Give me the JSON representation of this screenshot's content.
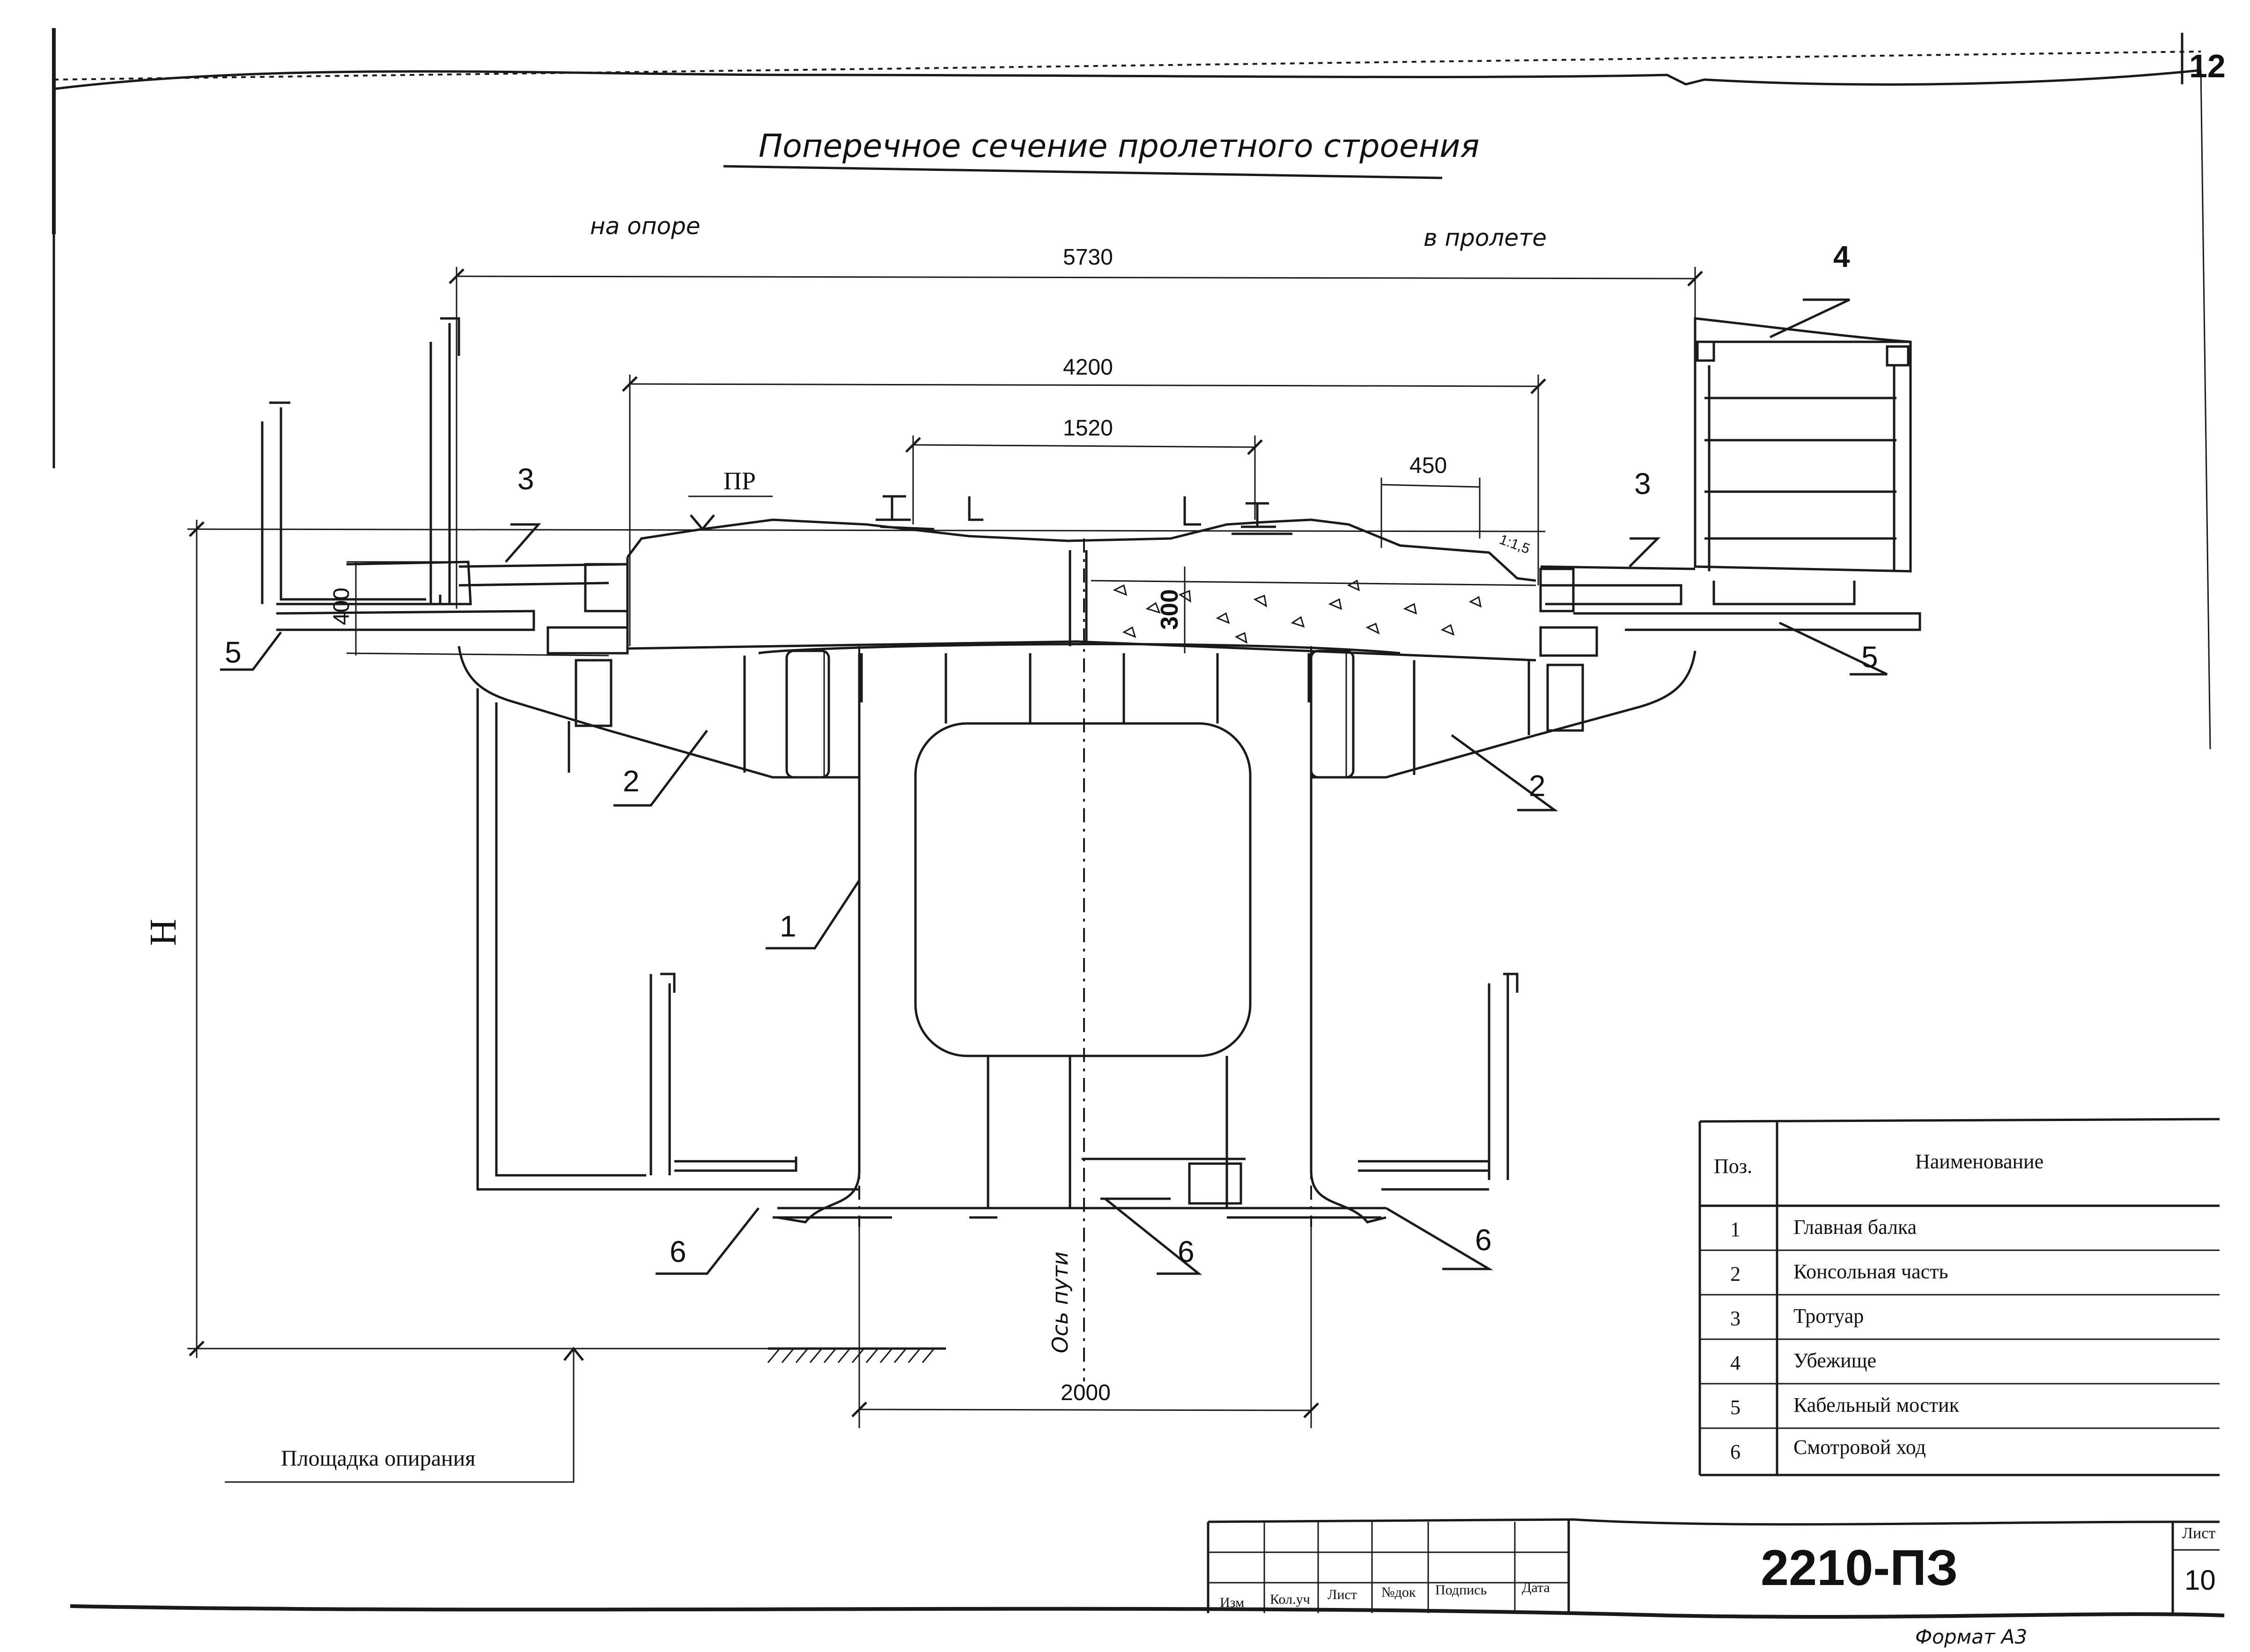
{
  "sheet": {
    "corner_number": "12",
    "title": "Поперечное сечение пролетного строения",
    "label_at_support": "на опоре",
    "label_in_span": "в пролете",
    "doc_code": "2210-ПЗ",
    "sheet_label": "Лист",
    "sheet_number": "10",
    "format": "Формат А3"
  },
  "dimensions": {
    "d5730": "5730",
    "d4200": "4200",
    "d1520": "1520",
    "d450": "450",
    "d400": "400",
    "d300": "300",
    "d2000": "2000",
    "slope": "1:1,5",
    "height": "H",
    "rail_level": "ПР",
    "track_axis": "Ось пути",
    "bearing_area": "Площадка опирания"
  },
  "callouts": [
    "1",
    "2",
    "2",
    "3",
    "3",
    "4",
    "5",
    "5",
    "6",
    "6",
    "6"
  ],
  "parts_table": {
    "header_pos": "Поз.",
    "header_name": "Наименование",
    "rows": [
      {
        "pos": "1",
        "name": "Главная балка"
      },
      {
        "pos": "2",
        "name": "Консольная часть"
      },
      {
        "pos": "3",
        "name": "Тротуар"
      },
      {
        "pos": "4",
        "name": "Убежище"
      },
      {
        "pos": "5",
        "name": "Кабельный мостик"
      },
      {
        "pos": "6",
        "name": "Смотровой ход"
      }
    ]
  },
  "title_block": {
    "columns": [
      "Изм",
      "Кол.уч",
      "Лист",
      "№док",
      "Подпись",
      "Дата"
    ]
  }
}
